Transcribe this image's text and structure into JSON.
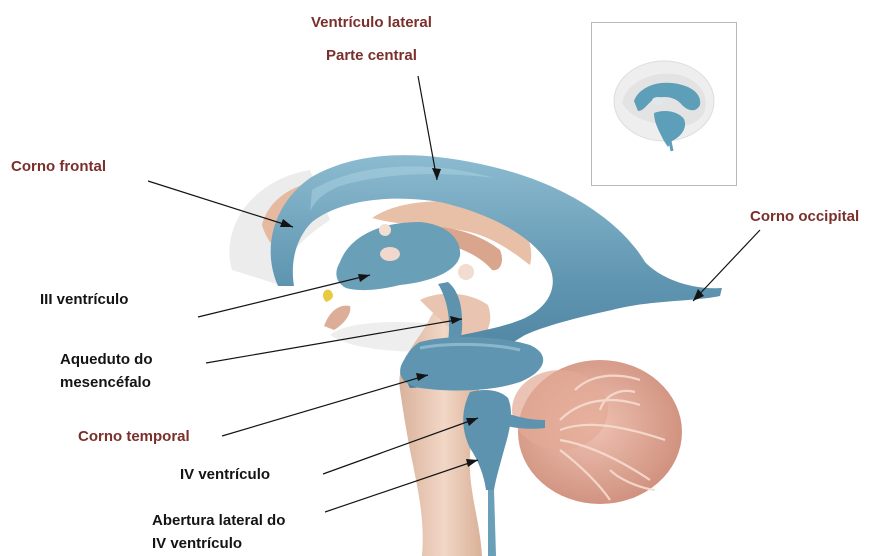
{
  "labels": {
    "ventriculo_lateral": "Ventrículo lateral",
    "parte_central": "Parte central",
    "corno_frontal": "Corno frontal",
    "corno_occipital": "Corno occipital",
    "iii_ventriculo": "III ventrículo",
    "aqueduto_line1": "Aqueduto do",
    "aqueduto_line2": "mesencéfalo",
    "corno_temporal": "Corno temporal",
    "iv_ventriculo": "IV ventrículo",
    "abertura_line1": "Abertura lateral do",
    "abertura_line2": "IV ventrículo"
  },
  "colors": {
    "label_red": "#7a2f2b",
    "label_black": "#141414",
    "ventricle": "#5d93ae",
    "ventricle_light": "#8fbfd3",
    "tissue": "#ebcbb7",
    "tissue_dark": "#c99a80",
    "cerebellum": "#e2a99a",
    "brain_grey": "#e6e6e6"
  }
}
